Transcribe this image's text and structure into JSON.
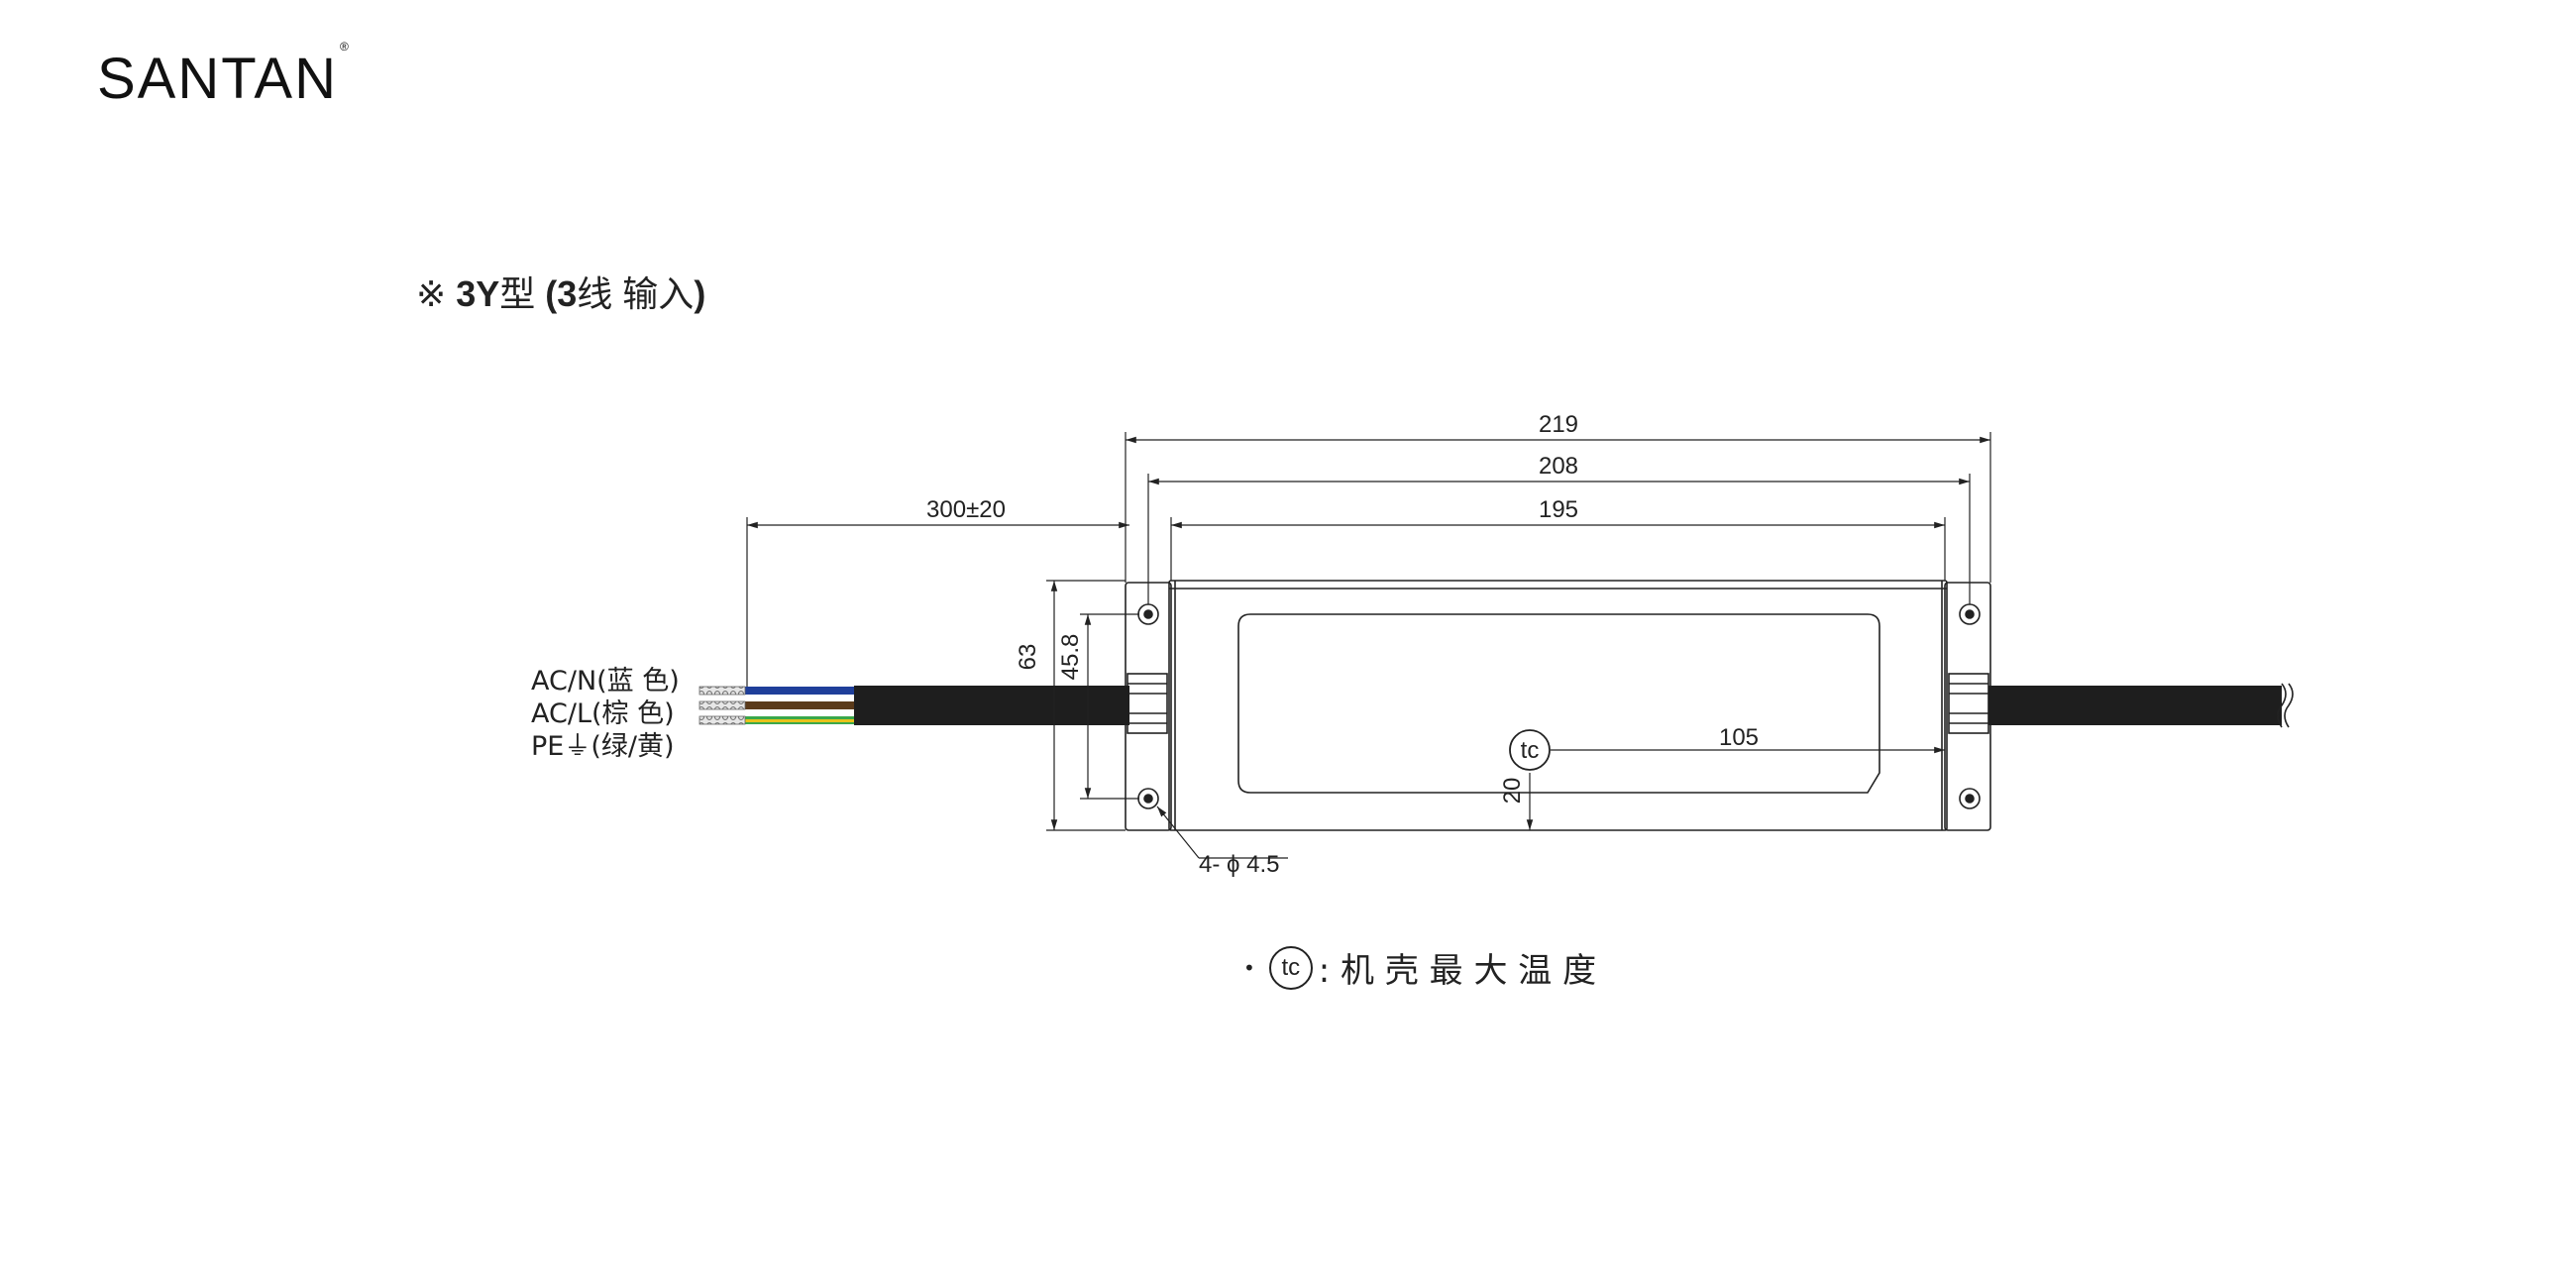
{
  "brand": {
    "logo_text": "SANTAN",
    "registered_mark": "®"
  },
  "heading": {
    "symbol": "※",
    "model_code": "3Y",
    "model_suffix": "型",
    "paren_open": "(",
    "wire_count": "3",
    "wire_desc": "线 输入",
    "paren_close": ")"
  },
  "dimensions": {
    "overall_length": "219",
    "mount_hole_pitch": "208",
    "body_length": "195",
    "cable_length": "300±20",
    "overall_height": "63",
    "mount_hole_spacing": "45.8",
    "tc_offset_x": "105",
    "tc_offset_y": "20",
    "mount_holes": "4- ϕ 4.5"
  },
  "wires": [
    {
      "label": "AC/N(蓝 色)",
      "color": "#1f3f9a"
    },
    {
      "label": "AC/L(棕 色)",
      "color": "#5a3a1a"
    },
    {
      "label": "PE⏚(绿/黄)",
      "color": "#3aa84a"
    }
  ],
  "tc_symbol": "tc",
  "note": {
    "bullet": "•",
    "tc": "tc",
    "text": ": 机 壳 最 大 温 度"
  },
  "colors": {
    "line": "#222222",
    "cable": "#1e1e1e",
    "pe_yellow": "#e8c21a",
    "strip": "#cccccc"
  }
}
